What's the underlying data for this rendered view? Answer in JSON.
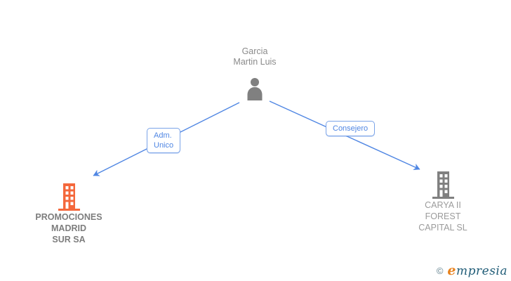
{
  "colors": {
    "background": "#ffffff",
    "arrow_blue": "#4f86e3",
    "label_border_blue": "#7aa3e8",
    "label_text_blue": "#4f86e3",
    "person_icon_gray": "#808080",
    "person_name_gray": "#8a8a8a",
    "company_left_icon_orange": "#f4683c",
    "company_left_text_gray": "#7d7d7d",
    "company_right_icon_gray": "#808080",
    "company_right_text_gray": "#9b9b9b",
    "brand_copyright_teal": "#60808d",
    "brand_e_orange": "#e8821e",
    "brand_rest_teal": "#215d78"
  },
  "diagram": {
    "person": {
      "name": "Garcia\nMartin Luis"
    },
    "relationships": [
      {
        "label": "Adm.\nUnico",
        "from": "Garcia Martin Luis",
        "to": "PROMOCIONES MADRID SUR SA"
      },
      {
        "label": "Consejero",
        "from": "Garcia Martin Luis",
        "to": "CARYA II FOREST CAPITAL SL"
      }
    ],
    "companies": [
      {
        "name": "PROMOCIONES\nMADRID\nSUR SA"
      },
      {
        "name": "CARYA II\nFOREST\nCAPITAL SL"
      }
    ]
  },
  "footer": {
    "copyright_symbol": "©",
    "brand_first_letter": "e",
    "brand_rest": "mpresia"
  }
}
